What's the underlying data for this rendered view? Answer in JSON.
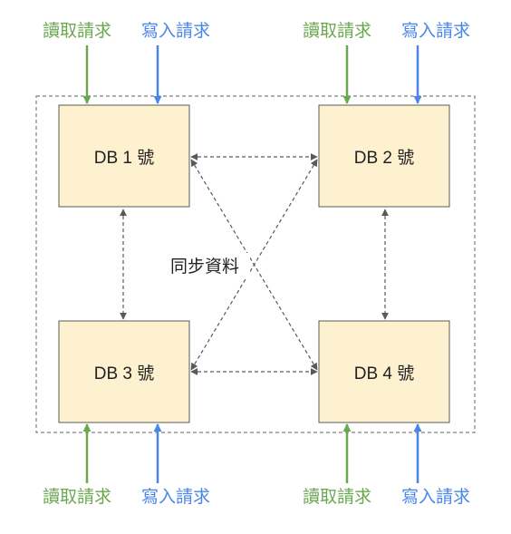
{
  "colors": {
    "read": "#6aa84f",
    "write": "#4a86e8",
    "box_fill": "#fdf1cf",
    "box_border": "#595959",
    "sync_line": "#595959",
    "cluster_border": "#808080"
  },
  "labels": {
    "read_request": "讀取請求",
    "write_request": "寫入請求",
    "sync": "同步資料"
  },
  "databases": [
    {
      "id": "db1",
      "label": "DB 1 號"
    },
    {
      "id": "db2",
      "label": "DB 2 號"
    },
    {
      "id": "db3",
      "label": "DB 3 號"
    },
    {
      "id": "db4",
      "label": "DB 4 號"
    }
  ],
  "edges": [
    {
      "from": "db1",
      "to": "db2",
      "style": "dashed",
      "arrows": "both"
    },
    {
      "from": "db3",
      "to": "db4",
      "style": "dashed",
      "arrows": "both"
    },
    {
      "from": "db1",
      "to": "db3",
      "style": "dashed",
      "arrows": "both"
    },
    {
      "from": "db2",
      "to": "db4",
      "style": "dashed",
      "arrows": "both"
    },
    {
      "from": "db1",
      "to": "db4",
      "style": "dashed",
      "arrows": "both"
    },
    {
      "from": "db2",
      "to": "db3",
      "style": "dashed",
      "arrows": "both"
    }
  ]
}
